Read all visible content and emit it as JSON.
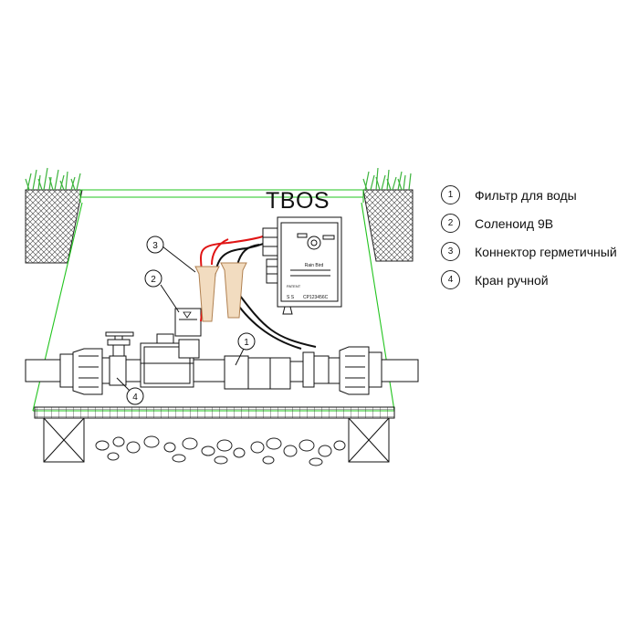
{
  "title": "TBOS",
  "legend": [
    {
      "num": "1",
      "label": "Фильтр для воды"
    },
    {
      "num": "2",
      "label": "Соленоид 9В"
    },
    {
      "num": "3",
      "label": "Коннектор герметичный"
    },
    {
      "num": "4",
      "label": "Кран ручной"
    }
  ],
  "callouts": [
    "1",
    "2",
    "3",
    "4"
  ],
  "module": {
    "brand": "Rain Bird",
    "line1": "PATENT",
    "line2": "S S",
    "serial": "CP123456C"
  },
  "colors": {
    "box_outline": "#22c41e",
    "grass": "#3cb43c",
    "wire_red": "#e01414",
    "wire_black": "#111111",
    "connector": "#f2dcc0",
    "line": "#111111"
  }
}
